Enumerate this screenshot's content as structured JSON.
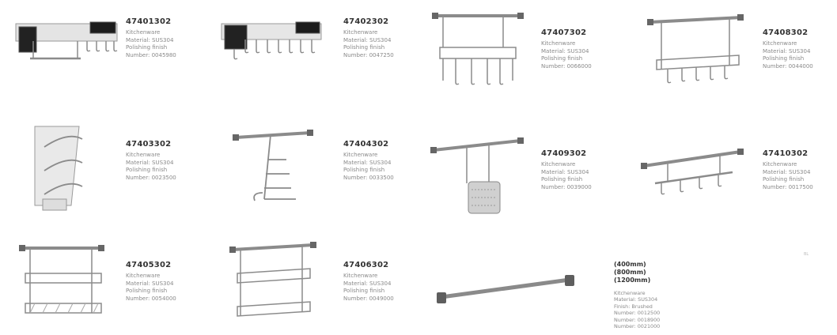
{
  "products": [
    {
      "code": "47401302",
      "category": "Kitchenware",
      "material": "Material: SUS304",
      "finish": "Polishing finish",
      "number": "Number: 0045980",
      "icon": "wall-rack-with-utensil-holder"
    },
    {
      "code": "47402302",
      "category": "Kitchenware",
      "material": "Material: SUS304",
      "finish": "Polishing finish",
      "number": "Number: 0047250",
      "icon": "long-wall-rack-with-hooks"
    },
    {
      "code": "47407302",
      "category": "Kitchenware",
      "material": "Material: SUS304",
      "finish": "Polishing finish",
      "number": "Number: 0066000",
      "icon": "utensil-shelf-rack"
    },
    {
      "code": "47408302",
      "category": "Kitchenware",
      "material": "Material: SUS304",
      "finish": "Polishing finish",
      "number": "Number: 0044000",
      "icon": "rail-shelf-with-hooks"
    },
    {
      "code": "47403302",
      "category": "Kitchenware",
      "material": "Material: SUS304",
      "finish": "Polishing finish",
      "number": "Number: 0023500",
      "icon": "lid-rack"
    },
    {
      "code": "47404302",
      "category": "Kitchenware",
      "material": "Material: SUS304",
      "finish": "Polishing finish",
      "number": "Number: 0033500",
      "icon": "hanging-lid-rack"
    },
    {
      "code": "47409302",
      "category": "Kitchenware",
      "material": "Material: SUS304",
      "finish": "Polishing finish",
      "number": "Number: 0039000",
      "icon": "rail-with-cutlery-basket"
    },
    {
      "code": "47410302",
      "category": "Kitchenware",
      "material": "Material: SUS304",
      "finish": "Polishing finish",
      "number": "Number: 0017500",
      "icon": "rail-with-hooks"
    },
    {
      "code": "47405302",
      "category": "Kitchenware",
      "material": "Material: SUS304",
      "finish": "Polishing finish",
      "number": "Number: 0054000",
      "icon": "double-shelf-rack"
    },
    {
      "code": "47406302",
      "category": "Kitchenware",
      "material": "Material: SUS304",
      "finish": "Polishing finish",
      "number": "Number: 0049000",
      "icon": "two-tier-shelf-rack"
    }
  ],
  "rail_product": {
    "sizes": [
      "(400mm)",
      "(800mm)",
      "(1200mm)"
    ],
    "category": "Kitchenware",
    "material": "Material: SUS304",
    "finish": "Finish: Brushed",
    "numbers": [
      "Number: 0012500",
      "Number: 0018900",
      "Number: 0021000"
    ],
    "icon": "towel-rail"
  },
  "watermark": "BL"
}
